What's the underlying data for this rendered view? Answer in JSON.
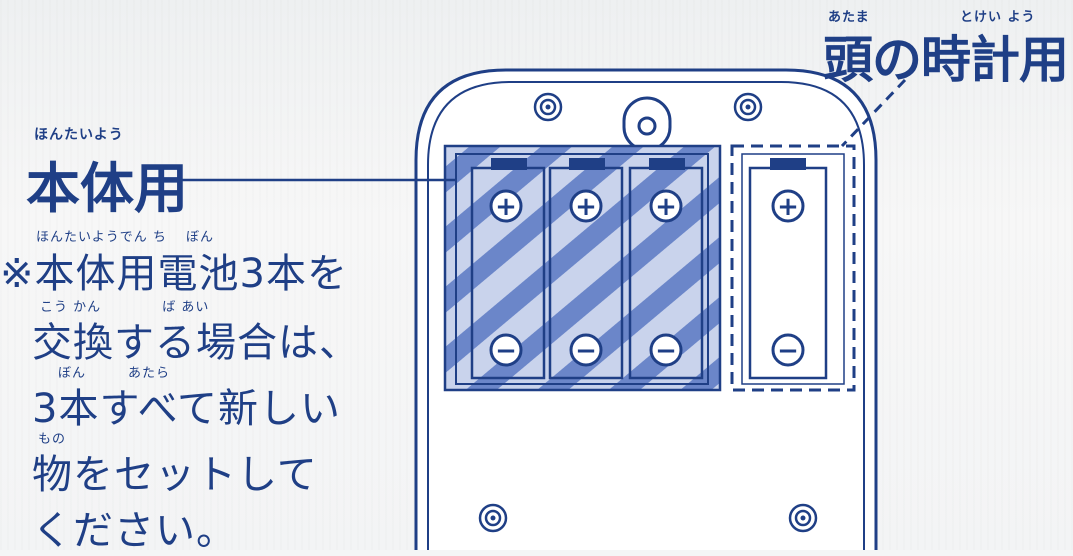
{
  "labels": {
    "head_clock": {
      "ruby_left": "あたま",
      "ruby_right": "とけい よう",
      "text": "頭の時計用"
    },
    "main_body": {
      "ruby": "ほんたいよう",
      "text": "本体用"
    }
  },
  "note": {
    "ruby1": "ほんたいようでん ち　  ぼん",
    "line1": "※本体用電池3本を",
    "ruby2": "こう かん　　　　 ば あい",
    "line2": "交換する場合は、",
    "ruby3": "ぼん　　　あたら",
    "line3": "3本すべて新しい",
    "ruby4": "もの",
    "line4": "物をセットして",
    "line5": "ください。"
  },
  "battery_marks": {
    "plus": "+",
    "minus": "−"
  },
  "colors": {
    "ink": "#1f3f86",
    "hatch": "#6b86c9",
    "hatch_light": "#c9d3ec",
    "paper": "#f4f5f6"
  }
}
